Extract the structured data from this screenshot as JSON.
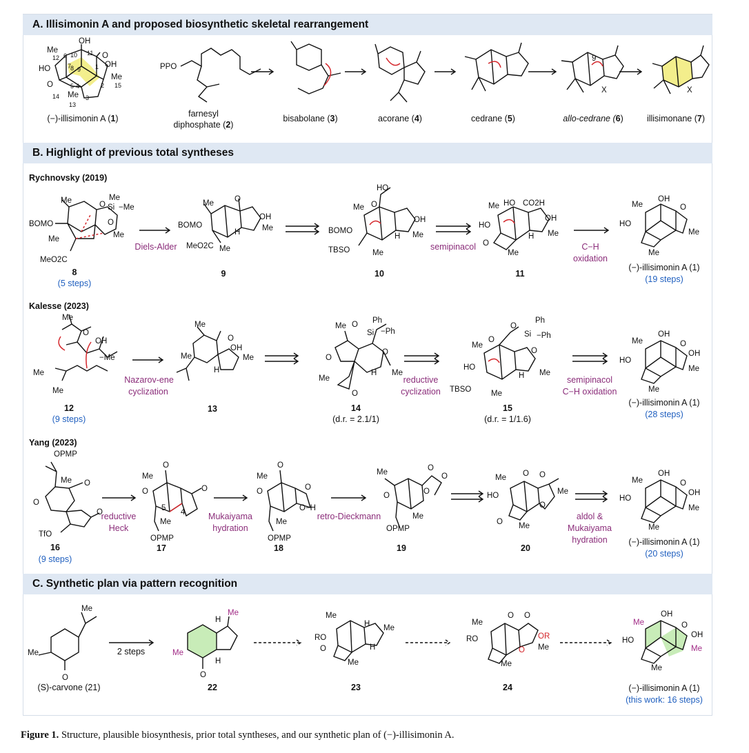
{
  "panels": {
    "a_title": "A. Illisimonin A and proposed biosynthetic skeletal rearrangement",
    "b_title": "B. Highlight of previous total syntheses",
    "c_title": "C. Synthetic plan via pattern recognition"
  },
  "panel_a": {
    "compounds": [
      {
        "name": "(−)-illisimonin A (",
        "num": "1",
        "close": ")"
      },
      {
        "name": "farnesyl",
        "name2": "diphosphate (",
        "num": "2",
        "close": ")"
      },
      {
        "name": "bisabolane (",
        "num": "3",
        "close": ")"
      },
      {
        "name": "acorane (",
        "num": "4",
        "close": ")"
      },
      {
        "name": "cedrane (",
        "num": "5",
        "close": ")"
      },
      {
        "name": "allo-cedrane (",
        "num": "6",
        "close": ")"
      },
      {
        "name": "illisimonane (",
        "num": "7",
        "close": ")"
      }
    ],
    "atom_labels": {
      "oh": "OH",
      "o": "O",
      "me": "Me",
      "ho": "HO",
      "opp": "PPO",
      "x": "X",
      "n12": "12",
      "n6": "6",
      "n10": "10",
      "n11": "11",
      "n8": "8",
      "n9": "9",
      "n1": "1",
      "n7": "7",
      "n5": "5",
      "n4": "4",
      "n2": "2",
      "n15": "15",
      "n14": "14",
      "n3": "3",
      "n13": "13"
    }
  },
  "panel_b": {
    "rychnovsky": {
      "author": "Rychnovsky (2019)",
      "labels": [
        "8",
        "9",
        "10",
        "11"
      ],
      "start_steps": "(5 steps)",
      "end_name": "(−)-illisimonin A (1)",
      "end_steps": "(19 steps)",
      "conditions": [
        "Diels-Alder",
        "semipinacol",
        "C−H",
        "oxidation"
      ]
    },
    "kalesse": {
      "author": "Kalesse (2023)",
      "labels": [
        "12",
        "13",
        "14",
        "15"
      ],
      "start_steps": "(9 steps)",
      "dr14": "(d.r. = 2.1/1)",
      "dr15": "(d.r. = 1/1.6)",
      "end_name": "(−)-illisimonin A (1)",
      "end_steps": "(28 steps)",
      "conditions": [
        "Nazarov-ene",
        "cyclization",
        "reductive",
        "cyclization",
        "semipinacol",
        "C−H oxidation"
      ]
    },
    "yang": {
      "author": "Yang (2023)",
      "labels": [
        "16",
        "17",
        "18",
        "19",
        "20"
      ],
      "start_steps": "(9 steps)",
      "end_name": "(−)-illisimonin A (1)",
      "end_steps": "(20 steps)",
      "conditions": [
        "reductive",
        "Heck",
        "Mukaiyama",
        "hydration",
        "retro-Dieckmann",
        "aldol &",
        "Mukaiyama",
        "hydration"
      ]
    },
    "atoms": {
      "me": "Me",
      "bomo": "BOMO",
      "meo2c": "MeO2C",
      "o": "O",
      "si": "Si",
      "h": "H",
      "oh": "OH",
      "ho": "HO",
      "co2h": "CO2H",
      "tbso": "TBSO",
      "ph": "Ph",
      "opmp": "OPMP",
      "tfo": "TfO"
    }
  },
  "panel_c": {
    "start": "(S)-carvone (21)",
    "reagent": "2 steps",
    "labels": [
      "22",
      "23",
      "24"
    ],
    "end_name": "(−)-illisimonin A (1)",
    "end_steps": "(this work: 16 steps)",
    "atoms": {
      "me": "Me",
      "o": "O",
      "h": "H",
      "ro": "RO",
      "or": "OR",
      "oh": "OH",
      "ho": "HO"
    }
  },
  "caption": {
    "bold": "Figure 1.",
    "text": " Structure, plausible biosynthesis, prior total syntheses, and our synthetic plan of (−)-illisimonin A."
  },
  "colors": {
    "header_bg": "#dfe8f3",
    "condition_text": "#8b2d7a",
    "steps_text": "#1f5fbf",
    "highlight_yellow": "#f3ee8c",
    "highlight_green": "#c8ecb8",
    "mechanism_red": "#d4262b"
  }
}
